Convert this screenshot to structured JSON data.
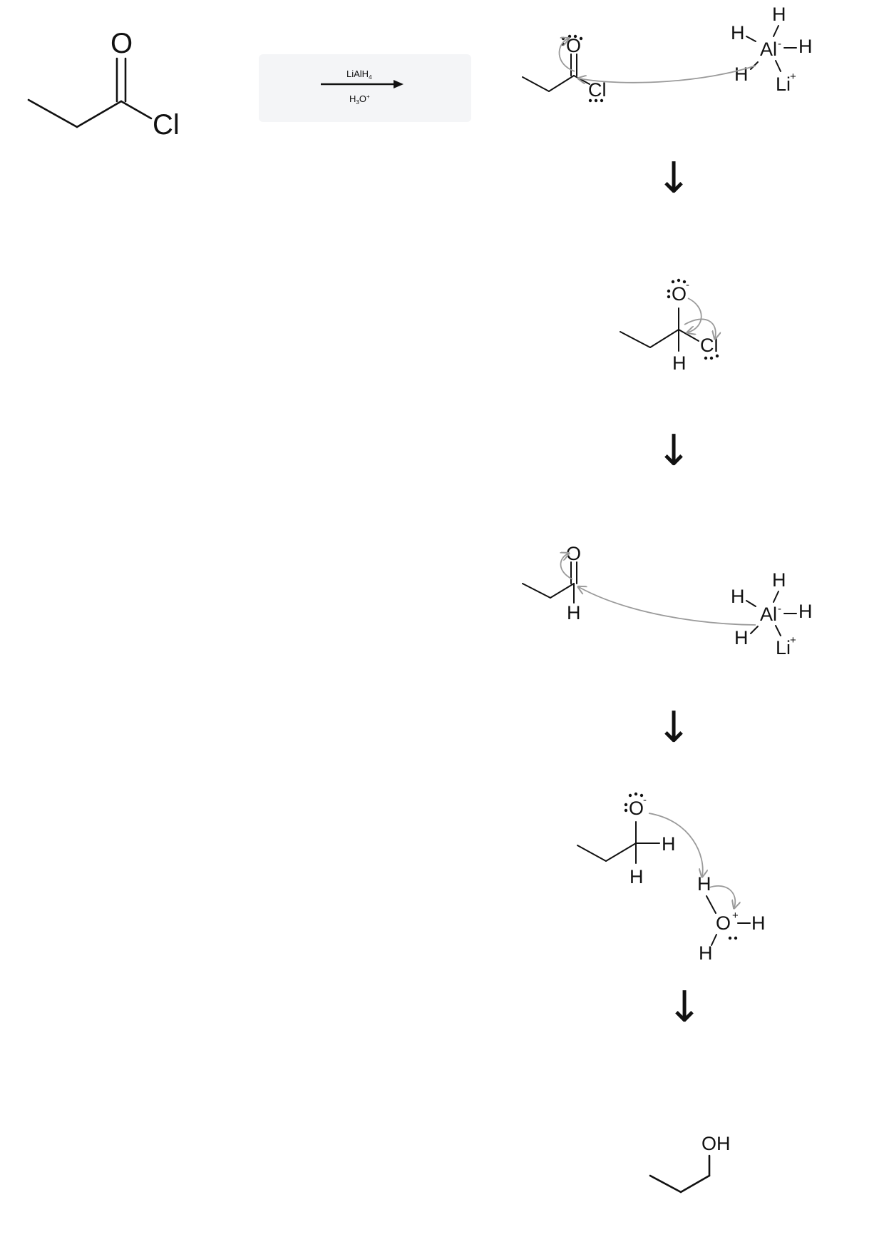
{
  "reactant": {
    "o": "O",
    "cl": "Cl"
  },
  "conditions": {
    "reagent1": "LiAlH",
    "reagent1_sub": "4",
    "reagent2": "H",
    "reagent2_sub": "3",
    "reagent2_tail": "O",
    "reagent2_sup": "+"
  },
  "step1": {
    "o": "O",
    "cl": "Cl",
    "al": "Al",
    "al_charge": "-",
    "h": "H",
    "li": "Li",
    "li_charge": "+"
  },
  "step2": {
    "o": "O",
    "o_charge": "-",
    "cl": "Cl",
    "h": "H"
  },
  "step3": {
    "o": "O",
    "h": "H",
    "al": "Al",
    "al_charge": "-",
    "li": "Li",
    "li_charge": "+"
  },
  "step4": {
    "o": "O",
    "o_charge": "-",
    "h": "H",
    "o_plus": "+"
  },
  "product": {
    "oh": "OH"
  },
  "arrows": {
    "down": "↓"
  }
}
